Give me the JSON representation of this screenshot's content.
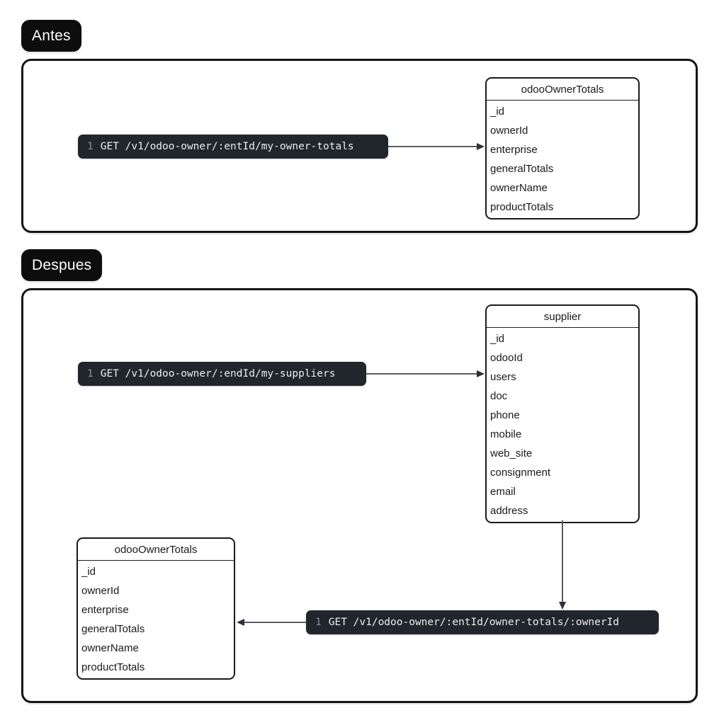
{
  "colors": {
    "badge_bg": "#0d0d0d",
    "badge_text": "#ffffff",
    "panel_border": "#141414",
    "code_bg": "#21262c",
    "code_text": "#e9edf1",
    "code_ln": "#868d94",
    "table_border": "#1b1b1b",
    "table_text": "#17191b",
    "arrow_line": "#5a5e63",
    "arrow_head": "#2e3136"
  },
  "antes": {
    "label": "Antes",
    "endpoint": {
      "line_number": "1",
      "code": "GET /v1/odoo-owner/:entId/my-owner-totals"
    },
    "totals_table": {
      "title": "odooOwnerTotals",
      "fields": [
        "_id",
        "ownerId",
        "enterprise",
        "generalTotals",
        "ownerName",
        "productTotals"
      ]
    }
  },
  "despues": {
    "label": "Despues",
    "suppliers_endpoint": {
      "line_number": "1",
      "code": "GET /v1/odoo-owner/:endId/my-suppliers"
    },
    "supplier_table": {
      "title": "supplier",
      "fields": [
        "_id",
        "odooId",
        "users",
        "doc",
        "phone",
        "mobile",
        "web_site",
        "consignment",
        "email",
        "address"
      ]
    },
    "owner_totals_endpoint": {
      "line_number": "1",
      "code": "GET /v1/odoo-owner/:entId/owner-totals/:ownerId"
    },
    "totals_table": {
      "title": "odooOwnerTotals",
      "fields": [
        "_id",
        "ownerId",
        "enterprise",
        "generalTotals",
        "ownerName",
        "productTotals"
      ]
    }
  }
}
